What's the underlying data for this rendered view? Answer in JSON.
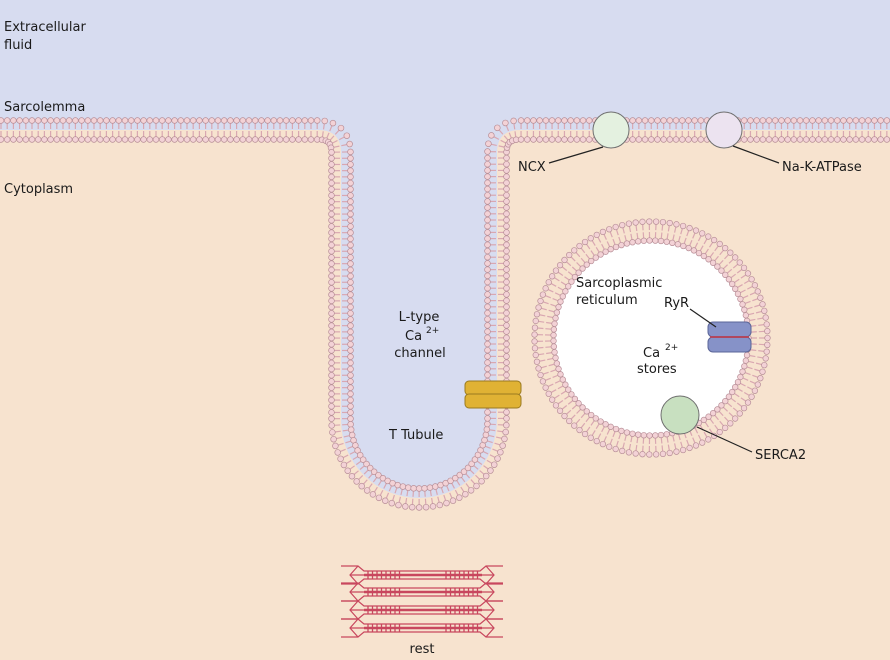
{
  "regions": {
    "extracellular": "Extracellular fluid",
    "extracellular_line1": "Extracellular",
    "extracellular_line2": "fluid",
    "sarcolemma": "Sarcolemma",
    "cytoplasm": "Cytoplasm",
    "t_tubule": "T Tubule"
  },
  "channels": {
    "ltype_line1": "L-type",
    "ltype_line2_base": "Ca",
    "ltype_line2_sup": "2+",
    "ltype_line3": "channel",
    "ncx": "NCX",
    "nak": "Na-K-ATPase",
    "ryr": "RyR",
    "serca2": "SERCA2"
  },
  "sr": {
    "title_line1": "Sarcoplasmic",
    "title_line2": "reticulum",
    "stores_base": "Ca",
    "stores_sup": "2+",
    "stores_line2": "stores"
  },
  "sarcomere": {
    "state": "rest"
  },
  "colors": {
    "extracellular": "#d7dcf0",
    "cytoplasm": "#f7e3cf",
    "head": "#f3d2d6",
    "head_stroke": "#b88f98",
    "tail": "#d9a7b1",
    "ltype_channel": "#e0b234",
    "ryr_channel": "#8692c8",
    "ncx": "#e4f1e0",
    "nak": "#ece3f0",
    "serca2": "#c8e0c0",
    "sarcomere": "#c8475e",
    "sr_lumen": "#ffffff"
  }
}
